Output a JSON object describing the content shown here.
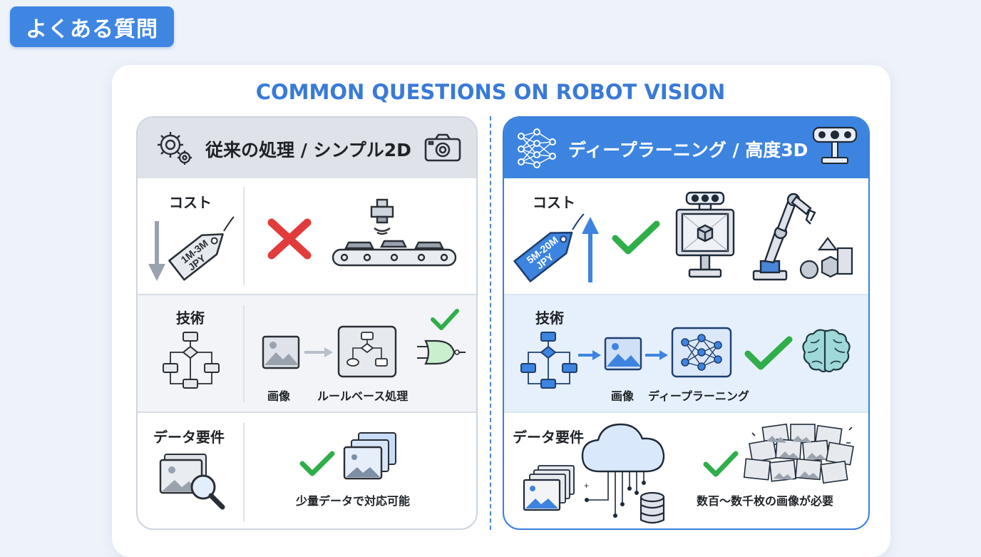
{
  "badge": {
    "label": "よくある質問"
  },
  "title": "COMMON QUESTIONS ON ROBOT VISION",
  "left": {
    "header": "従来の処理 / シンプル2D",
    "rows": {
      "cost": {
        "label": "コスト",
        "tag_line1": "1M-3M",
        "tag_line2": "JPY"
      },
      "tech": {
        "label": "技術",
        "caption_image": "画像",
        "caption_process": "ルールベース処理"
      },
      "data": {
        "label": "データ要件",
        "caption": "少量データで対応可能"
      }
    }
  },
  "right": {
    "header": "ディープラーニング / 高度3D",
    "rows": {
      "cost": {
        "label": "コスト",
        "tag_line1": "5M-20M",
        "tag_line2": "JPY"
      },
      "tech": {
        "label": "技術",
        "caption_image": "画像",
        "caption_process": "ディープラーニング"
      },
      "data": {
        "label": "データ要件",
        "caption": "数百〜数千枚の画像が必要"
      }
    }
  },
  "colors": {
    "accent_blue": "#3d84e0",
    "check_green": "#2fae4a",
    "cross_red": "#e23b3b",
    "neutral_gray": "#9aa2ad"
  },
  "icons": {
    "left_header": [
      "gear-icon",
      "camera-icon"
    ],
    "right_header": [
      "neural-network-icon",
      "3d-camera-icon"
    ],
    "left_cost": [
      "price-tag-icon",
      "down-arrow-icon",
      "cross-icon",
      "conveyor-camera-icon"
    ],
    "right_cost": [
      "price-tag-icon",
      "up-arrow-icon",
      "check-icon",
      "monitor-3d-icon",
      "robot-arm-icon"
    ],
    "left_tech": [
      "flowchart-icon",
      "image-icon",
      "rule-process-icon",
      "logic-gate-icon",
      "check-icon"
    ],
    "right_tech": [
      "flowchart-icon",
      "image-icon",
      "neural-network-icon",
      "check-icon",
      "brain-icon"
    ],
    "left_data": [
      "magnifier-image-icon",
      "check-icon",
      "image-stack-icon"
    ],
    "right_data": [
      "image-stack-icon",
      "cloud-database-icon",
      "check-icon",
      "image-pile-icon"
    ]
  }
}
